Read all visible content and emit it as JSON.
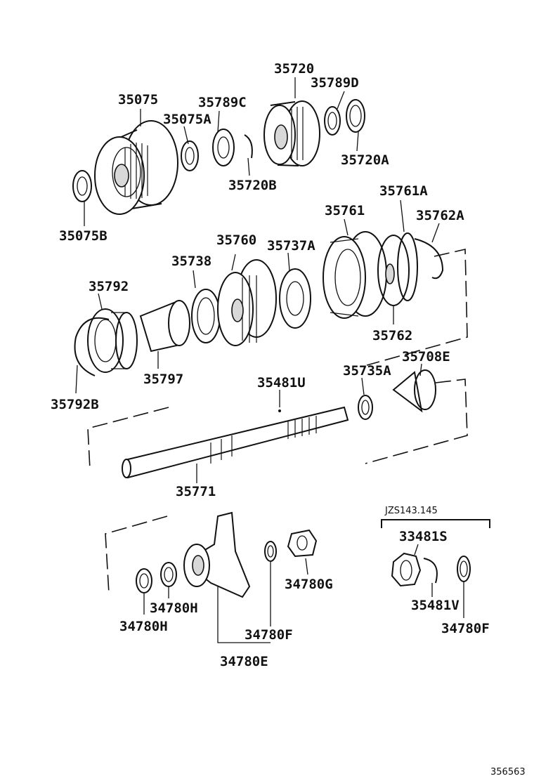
{
  "parts": {
    "p35720": "35720",
    "p35075": "35075",
    "p35789C": "35789C",
    "p35789D": "35789D",
    "p35075A": "35075A",
    "p35720A": "35720A",
    "p35720B": "35720B",
    "p35075B": "35075B",
    "p35761A": "35761A",
    "p35761": "35761",
    "p35762A": "35762A",
    "p35760": "35760",
    "p35737A": "35737A",
    "p35738": "35738",
    "p35792": "35792",
    "p35762": "35762",
    "p35708E": "35708E",
    "p35735A": "35735A",
    "p35797": "35797",
    "p35481U": "35481U",
    "p35792B": "35792B",
    "p35771": "35771",
    "p33481S": "33481S",
    "p34780G": "34780G",
    "p34780H_a": "34780H",
    "p35481V": "35481V",
    "p34780H_b": "34780H",
    "p34780F_a": "34780F",
    "p34780F_b": "34780F",
    "p34780E": "34780E"
  },
  "model_note": "JZS143.145",
  "figure_code": "356563"
}
